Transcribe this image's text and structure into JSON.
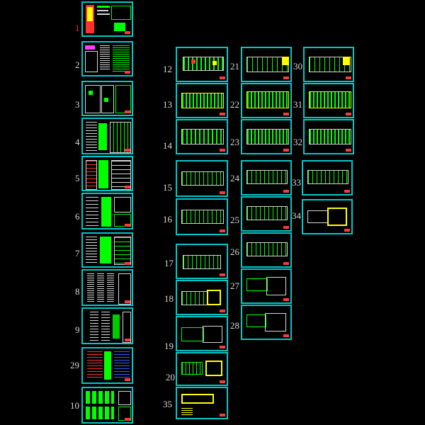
{
  "colors": {
    "frame": "#00c8c8",
    "green": "#00ff00",
    "yellow": "#ffff00",
    "red": "#ff3a3a",
    "white": "#d8d8d8",
    "label_red": "#ff2020"
  },
  "labels": {
    "s1": "1",
    "s2": "2",
    "s3": "3",
    "s4": "4",
    "s5": "5",
    "s6": "6",
    "s7": "7",
    "s8": "8",
    "s9": "9",
    "s29": "29",
    "s10": "10",
    "s12": "12",
    "s13": "13",
    "s14": "14",
    "s15": "15",
    "s16": "16",
    "s17": "17",
    "s18": "18",
    "s19": "19",
    "s20": "20",
    "s35": "35",
    "s21": "21",
    "s22": "22",
    "s23": "23",
    "s24": "24",
    "s25": "25",
    "s26": "26",
    "s27": "27",
    "s28": "28",
    "s30": "30",
    "s31": "31",
    "s32": "32",
    "s33": "33",
    "s34": "34"
  }
}
